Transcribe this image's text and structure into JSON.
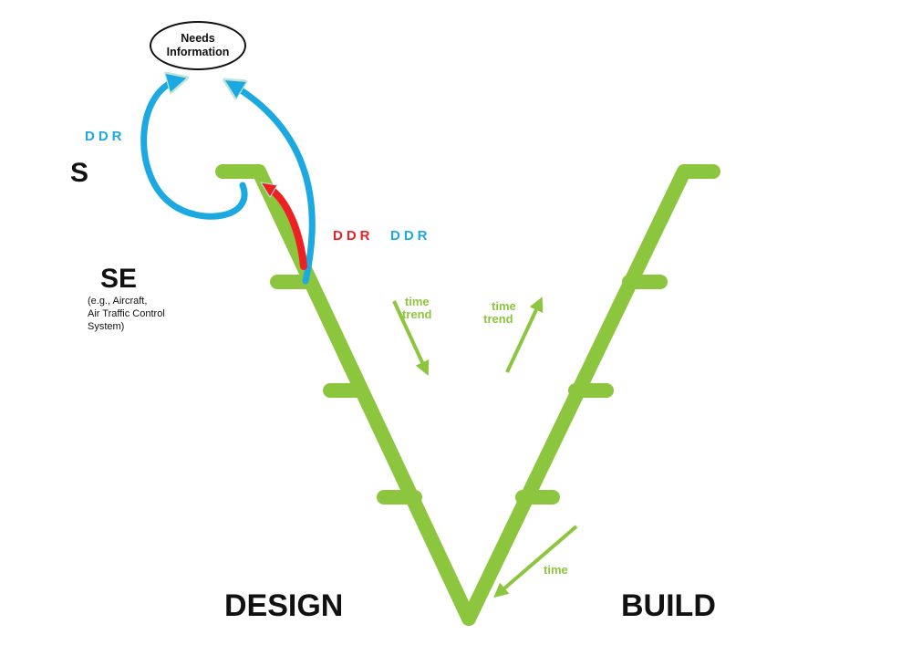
{
  "needs_information": {
    "line1": "Needs",
    "line2": "Information"
  },
  "labels": {
    "s": "S",
    "se": "SE",
    "se_example_line1": "(e.g., Aircraft,",
    "se_example_line2": "Air Traffic Control",
    "se_example_line3": "System)",
    "ddr_top_left": "DDR",
    "ddr_red": "DDR",
    "ddr_blue": "DDR",
    "time_trend_left_time": "time",
    "time_trend_left_trend": "trend",
    "time_trend_right_time": "time",
    "time_trend_right_trend": "trend",
    "time_bottom": "time",
    "design": "DESIGN",
    "build": "BUILD"
  },
  "colors": {
    "v_green": "#8cc63f",
    "ddr_blue": "#1ca9e1",
    "ddr_red": "#ed2024",
    "text_dark": "#111111"
  }
}
